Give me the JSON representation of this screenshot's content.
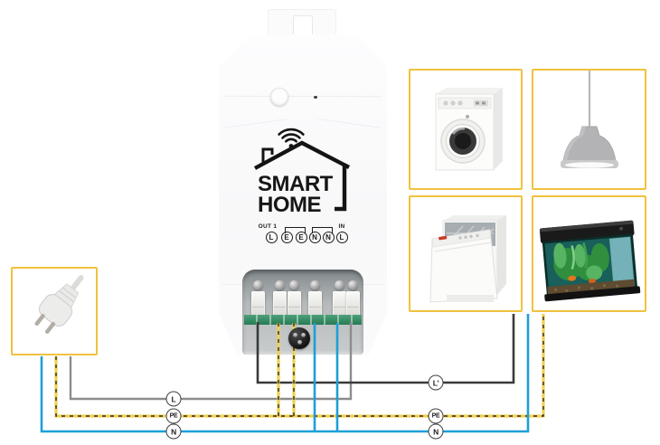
{
  "device": {
    "brand_line1": "SMART",
    "brand_line2": "HOME",
    "legend": {
      "out_label": "OUT 1",
      "in_label": "IN",
      "terminals": [
        "L",
        "E",
        "E",
        "N",
        "N",
        "L"
      ]
    },
    "icons": [
      "wifi-icon",
      "house-icon",
      "power-button",
      "status-led",
      "din-connector"
    ]
  },
  "appliances": [
    {
      "id": "power-plug",
      "icon": "power-plug-icon"
    },
    {
      "id": "washing-machine",
      "icon": "washing-machine-icon"
    },
    {
      "id": "pendant-lamp",
      "icon": "pendant-lamp-icon"
    },
    {
      "id": "dishwasher",
      "icon": "dishwasher-icon"
    },
    {
      "id": "aquarium",
      "icon": "aquarium-icon"
    }
  ],
  "wiring": {
    "left_labels": [
      "L",
      "PE",
      "N"
    ],
    "right_labels": [
      "L'",
      "PE",
      "N"
    ],
    "colors": {
      "live_in": "#8c8c8c",
      "live_out": "#3a3a3a",
      "pe": "#f0d054",
      "neutral": "#1d9fd8"
    }
  },
  "colors": {
    "box_border": "#f0c23e",
    "pcb_green": "#2e9063"
  }
}
